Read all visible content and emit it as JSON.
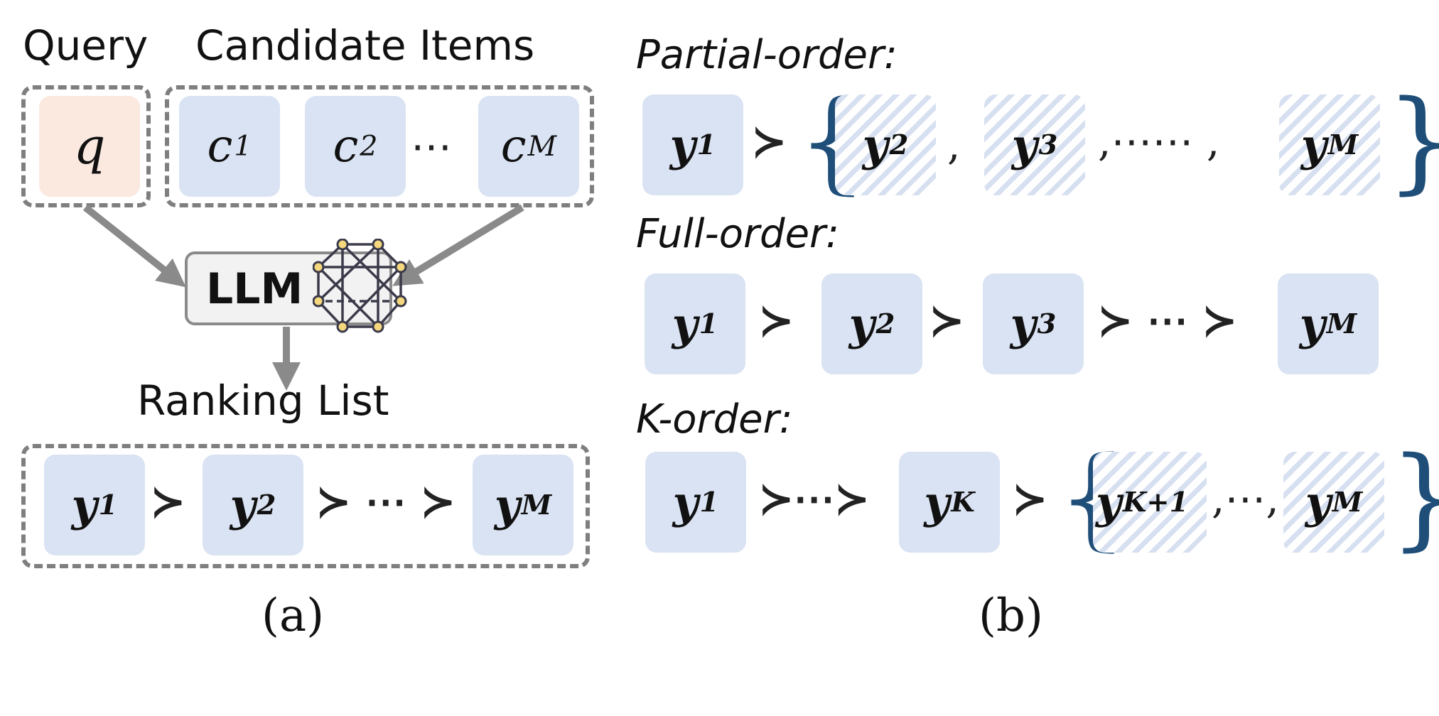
{
  "panel_a": {
    "query_label": "Query",
    "candidates_label": "Candidate Items",
    "query_item": "q",
    "candidates": [
      {
        "base": "c",
        "sub": "1"
      },
      {
        "base": "c",
        "sub": "2"
      },
      {
        "base": "c",
        "sub": "M"
      }
    ],
    "candidate_ellipsis": "⋯",
    "model_label": "LLM",
    "ranking_label": "Ranking List",
    "ranking": [
      {
        "base": "y",
        "sub": "1"
      },
      {
        "base": "y",
        "sub": "2"
      },
      {
        "base": "y",
        "sub": "M"
      }
    ],
    "ranking_mid": "≻ ⋯ ≻",
    "caption": "(a)"
  },
  "panel_b": {
    "partial": {
      "title": "Partial-order:",
      "first": {
        "base": "y",
        "sub": "1"
      },
      "set": [
        {
          "base": "y",
          "sub": "2"
        },
        {
          "base": "y",
          "sub": "3"
        },
        {
          "base": "y",
          "sub": "M"
        }
      ],
      "set_ellipsis": ",⋯⋯ ,"
    },
    "full": {
      "title": "Full-order:",
      "items": [
        {
          "base": "y",
          "sub": "1"
        },
        {
          "base": "y",
          "sub": "2"
        },
        {
          "base": "y",
          "sub": "3"
        },
        {
          "base": "y",
          "sub": "M"
        }
      ],
      "tail": "≻ ⋯ ≻"
    },
    "k_order": {
      "title": "K-order:",
      "items": [
        {
          "base": "y",
          "sub": "1"
        },
        {
          "base": "y",
          "sub": "K"
        }
      ],
      "mid": "≻⋯≻",
      "set": [
        {
          "base": "y",
          "sub": "K+1"
        },
        {
          "base": "y",
          "sub": "M"
        }
      ],
      "set_ellipsis": ",⋯,"
    },
    "caption": "(b)"
  },
  "symbols": {
    "succ": "≻",
    "open_brace": "{",
    "close_brace": "}",
    "comma": ","
  },
  "colors": {
    "item_fill": "#dae3f3",
    "query_fill": "#fbe9e0",
    "hatch": "#d7e0f0",
    "brace": "#1f4e79",
    "dash_border": "#7f7f7f",
    "arrow": "#8a8a8a",
    "network_node": "#f5d77e"
  }
}
